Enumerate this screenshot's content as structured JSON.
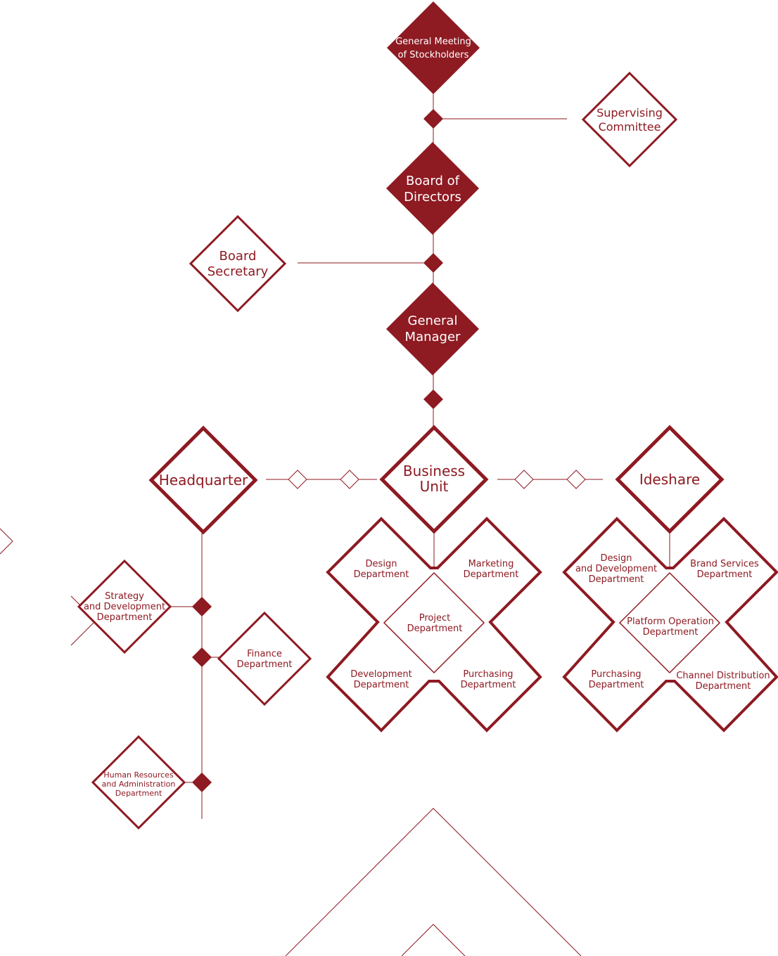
{
  "colors": {
    "primary": "#8e1a22",
    "background": "#ffffff"
  },
  "org": {
    "shareholders": {
      "line1": "General Meeting",
      "line2": "of Stockholders"
    },
    "supervising": {
      "line1": "Supervising",
      "line2": "Committee"
    },
    "board": {
      "line1": "Board of",
      "line2": "Directors"
    },
    "secretary": {
      "line1": "Board",
      "line2": "Secretary"
    },
    "gm": {
      "line1": "General",
      "line2": "Manager"
    },
    "headquarter": {
      "line1": "Headquarter"
    },
    "business_unit": {
      "line1": "Business",
      "line2": "Unit"
    },
    "ideshare": {
      "line1": "Ideshare"
    },
    "hq_departments": {
      "strategy": {
        "line1": "Strategy",
        "line2": "and Development",
        "line3": "Department"
      },
      "finance": {
        "line1": "Finance",
        "line2": "Department"
      },
      "hr": {
        "line1": "Human Resources",
        "line2": "and Administration",
        "line3": "Department"
      }
    },
    "bu_departments": {
      "design": {
        "line1": "Design",
        "line2": "Department"
      },
      "marketing": {
        "line1": "Marketing",
        "line2": "Department"
      },
      "project": {
        "line1": "Project",
        "line2": "Department"
      },
      "development": {
        "line1": "Development",
        "line2": "Department"
      },
      "purchasing": {
        "line1": "Purchasing",
        "line2": "Department"
      }
    },
    "ideshare_departments": {
      "design_dev": {
        "line1": "Design",
        "line2": "and Development",
        "line3": "Department"
      },
      "brand": {
        "line1": "Brand Services",
        "line2": "Department"
      },
      "platform": {
        "line1": "Platform Operation",
        "line2": "Department"
      },
      "purchasing": {
        "line1": "Purchasing",
        "line2": "Department"
      },
      "channel": {
        "line1": "Channel Distribution",
        "line2": "Department"
      }
    }
  }
}
